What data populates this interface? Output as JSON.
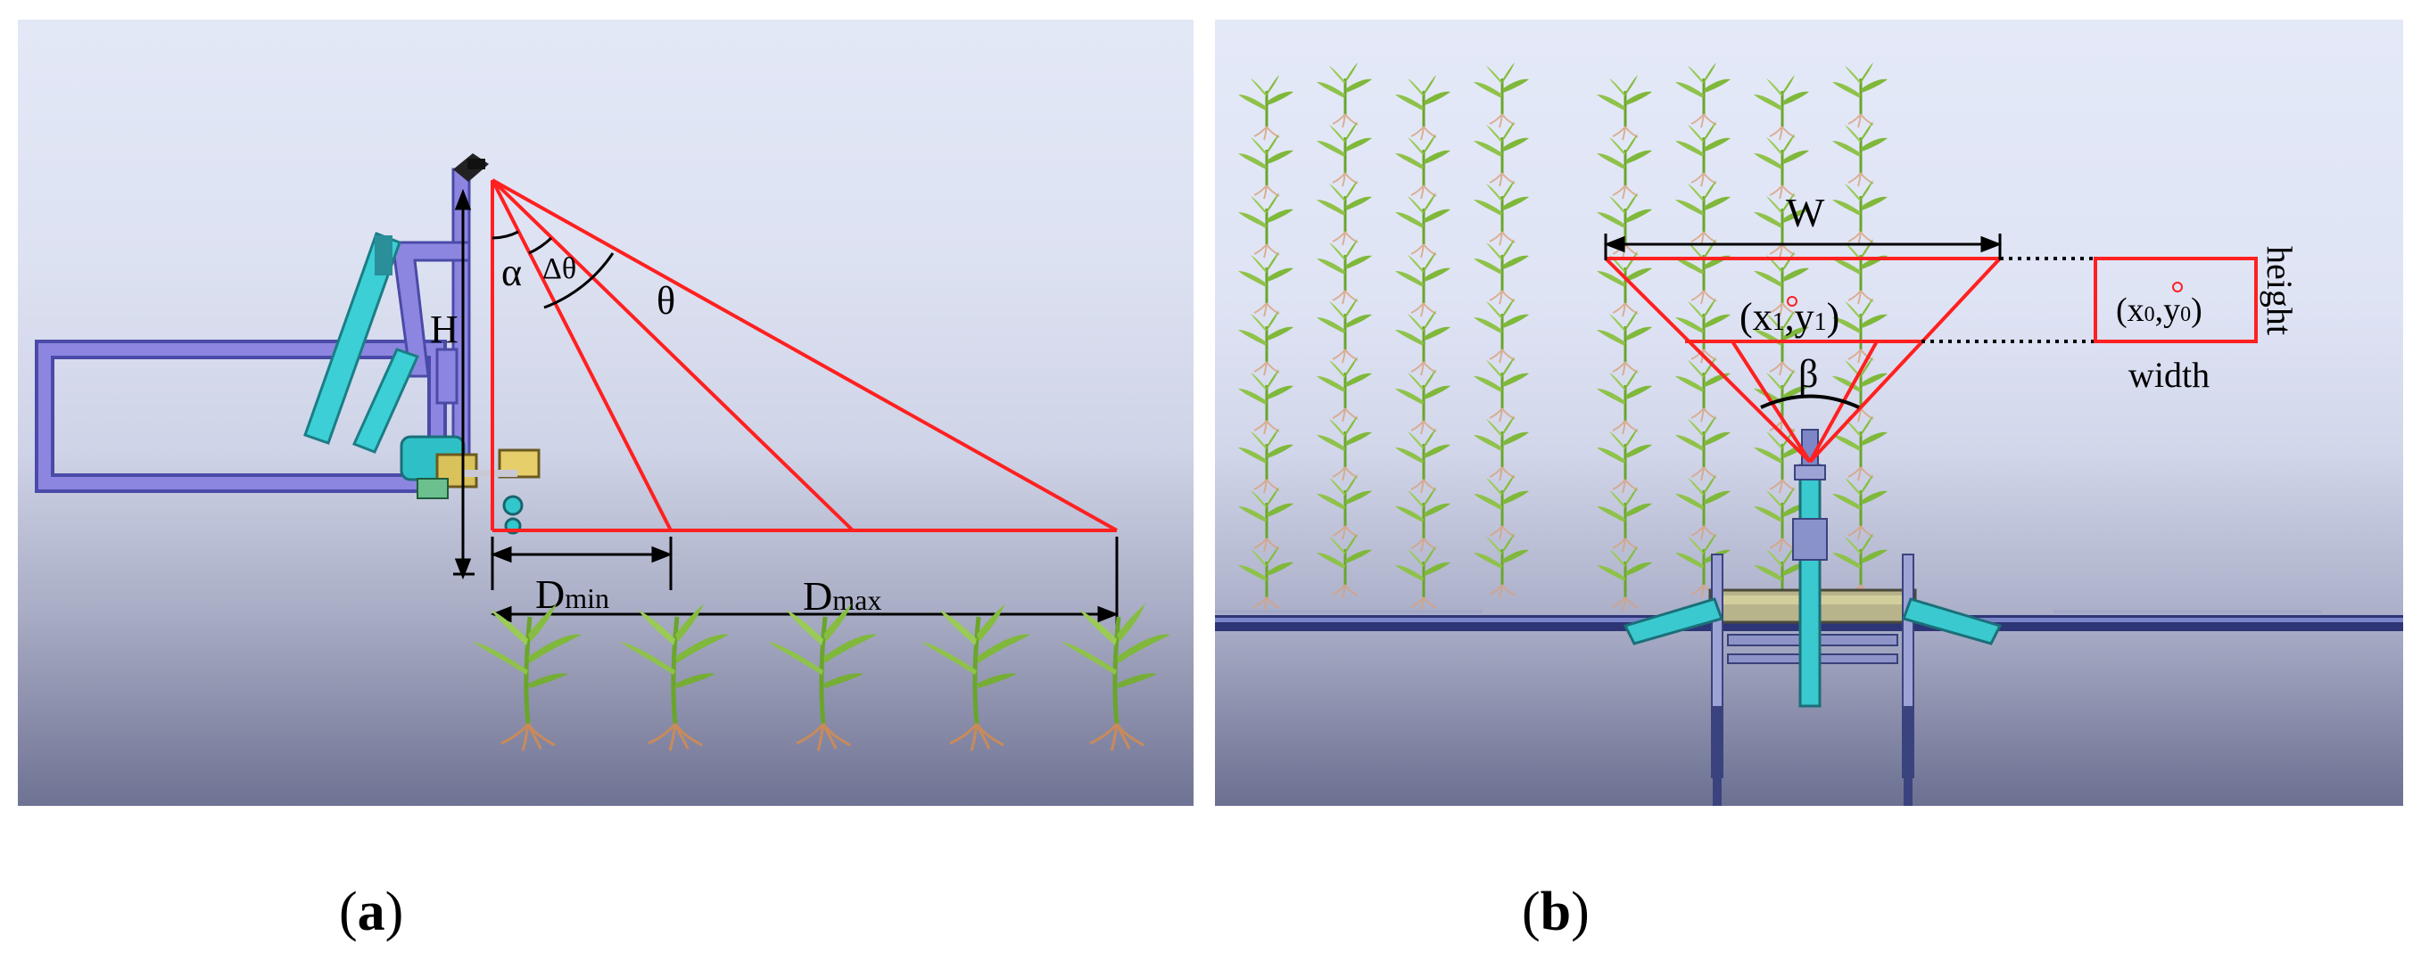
{
  "panel_a": {
    "caption_open": "(",
    "caption_letter": "a",
    "caption_close": ")",
    "labels": {
      "H": "H",
      "alpha": "α",
      "delta_theta": "Δθ",
      "theta": "θ",
      "D_min_main": "D",
      "D_min_sub": "min",
      "D_max_main": "D",
      "D_max_sub": "max"
    },
    "plant_count": 5
  },
  "panel_b": {
    "caption_open": "(",
    "caption_letter": "b",
    "caption_close": ")",
    "labels": {
      "W": "W",
      "beta": "β",
      "x1y1_open": "(x",
      "x1y1_sub1": "1",
      "x1y1_mid": ",y",
      "x1y1_sub2": "1",
      "x1y1_close": ")",
      "x0y0_open": "(x",
      "x0y0_sub1": "0",
      "x0y0_mid": ",y",
      "x0y0_sub2": "0",
      "x0y0_close": ")",
      "height": "height",
      "width": "width"
    },
    "plant_grid": {
      "columns": 8,
      "rows": 9
    }
  },
  "colors": {
    "accent_red": "#ff2020",
    "frame_purple": "#7a72d6",
    "actuator_cyan": "#33c8d0",
    "plant_green": "#7fb83a",
    "root_tan": "#c98a5a",
    "bar_navy": "#2d3577"
  },
  "icons": [
    "camera-icon",
    "corn-plant-icon"
  ]
}
